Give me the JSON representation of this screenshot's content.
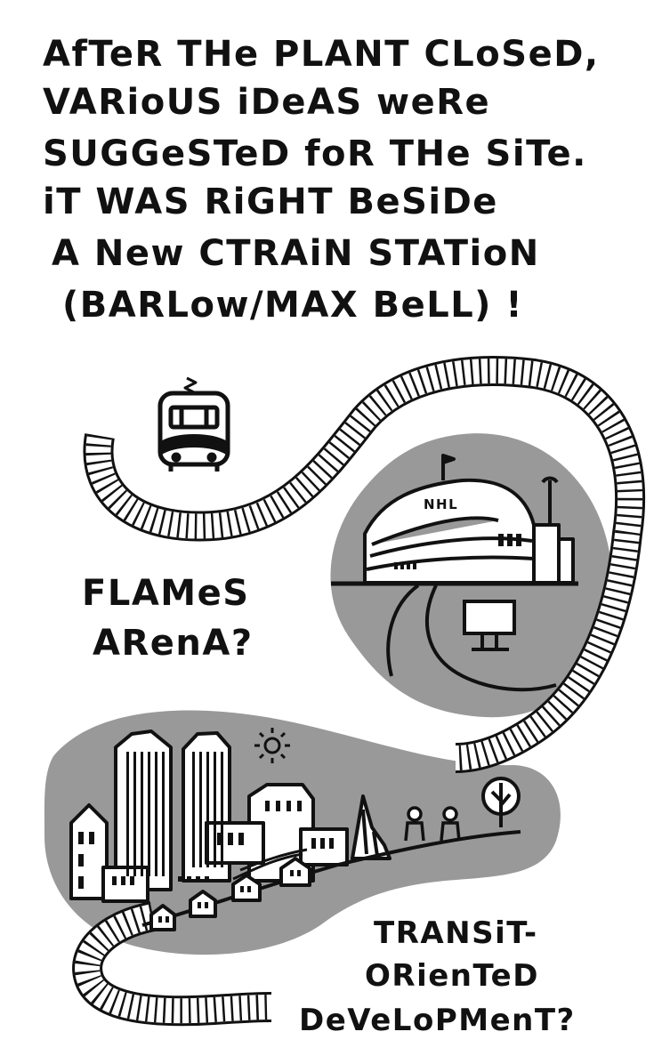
{
  "caption": {
    "lines": [
      "AfTeR THe PLANT CLoSeD,",
      "VARioUS iDeAS weRe",
      "SUGGeSTeD foR THe SiTe.",
      "iT WAS RiGHT BeSiDe",
      "A New CTRAiN STATioN",
      "(BARLow/MAX BeLL) !"
    ]
  },
  "arena": {
    "label_lines": [
      "FLAMeS",
      "ARenA?"
    ],
    "roof_text": "NHL"
  },
  "tod": {
    "label_lines": [
      "TRANSiT-",
      "ORienTeD",
      "DeVeLoPMenT?"
    ]
  },
  "colors": {
    "ink": "#111111",
    "blob": "#999999",
    "building": "#ffffff",
    "background": "#ffffff"
  }
}
